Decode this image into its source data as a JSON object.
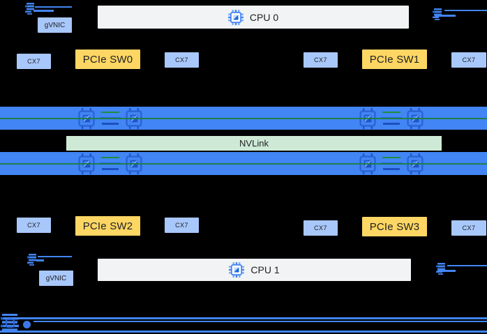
{
  "cpus": {
    "cpu0_label": "CPU 0",
    "cpu1_label": "CPU 1"
  },
  "nics": {
    "gvnic_top_label": "gVNIC",
    "gvnic_bottom_label": "gVNIC"
  },
  "nvlink": {
    "label": "NVLink"
  },
  "top_row": [
    {
      "label": "CX7"
    },
    {
      "label": "PCIe SW0"
    },
    {
      "label": "CX7"
    },
    {
      "label": "CX7"
    },
    {
      "label": "PCIe SW1"
    },
    {
      "label": "CX7"
    }
  ],
  "bottom_row": [
    {
      "label": "CX7"
    },
    {
      "label": "PCIe SW2"
    },
    {
      "label": "CX7"
    },
    {
      "label": "CX7"
    },
    {
      "label": "PCIe SW3"
    },
    {
      "label": "CX7"
    }
  ],
  "icons": {
    "cpu_chip": "cpu-chip-icon",
    "gpu_chip": "gpu-chip-icon",
    "nic": "nic-icon",
    "offload_chip": "offload-chip-icon",
    "port_dot": "port-dot-icon"
  },
  "colors": {
    "background": "#000000",
    "gpu_bar_blue": "#4285F4",
    "node_light_blue": "#A8C7FA",
    "switch_yellow": "#FDD663",
    "cpu_gray": "#F1F3F4",
    "nvlink_green": "#CEEAD6",
    "link_green": "#188038",
    "icon_dark_blue": "#1967D2"
  }
}
